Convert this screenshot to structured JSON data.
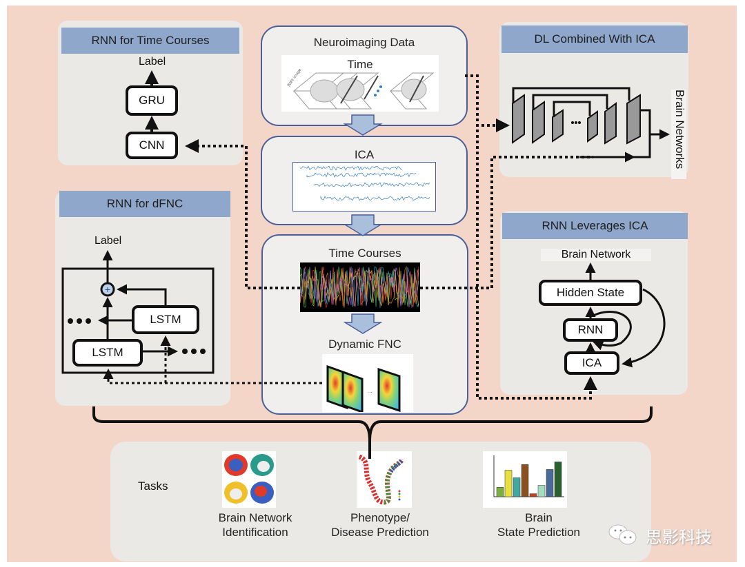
{
  "panels": {
    "rnn_time_courses": {
      "title": "RNN for Time Courses",
      "output_label": "Label",
      "nodes": [
        "GRU",
        "CNN"
      ]
    },
    "rnn_dfnc": {
      "title": "RNN for dFNC",
      "output_label": "Label",
      "nodes": [
        "LSTM",
        "LSTM"
      ],
      "continuation": "•••"
    },
    "dl_combined_ica": {
      "title": "DL Combined With ICA",
      "output_label": "Brain Networks",
      "ellipsis": "•••"
    },
    "rnn_leverages_ica": {
      "title": "RNN Leverages ICA",
      "output_label": "Brain Network",
      "nodes": [
        "Hidden State",
        "RNN",
        "ICA"
      ]
    }
  },
  "pipeline": {
    "steps": [
      {
        "title": "Neuroimaging Data",
        "sublabel": "Time",
        "image": "fMRI image volumes"
      },
      {
        "title": "ICA",
        "image": "ICA component signals"
      },
      {
        "title": "Time Courses",
        "image": "multicolor time course plot"
      },
      {
        "title": "Dynamic FNC",
        "image": "dynamic connectivity matrices"
      }
    ],
    "fmri_label": "fMRI image"
  },
  "tasks": {
    "label": "Tasks",
    "items": [
      {
        "line1": "Brain Network",
        "line2": "Identification"
      },
      {
        "line1": "Phenotype/",
        "line2": "Disease Prediction"
      },
      {
        "line1": "Brain",
        "line2": "State Prediction"
      }
    ]
  },
  "watermark": {
    "icon": "wechat-icon",
    "text": "思影科技"
  },
  "colors": {
    "background": "#f3d6c8",
    "header": "#8ea7cb",
    "panel": "#ebe9e6",
    "center_border": "#4a5f9a",
    "arrow_fill": "#a9bfdc"
  }
}
